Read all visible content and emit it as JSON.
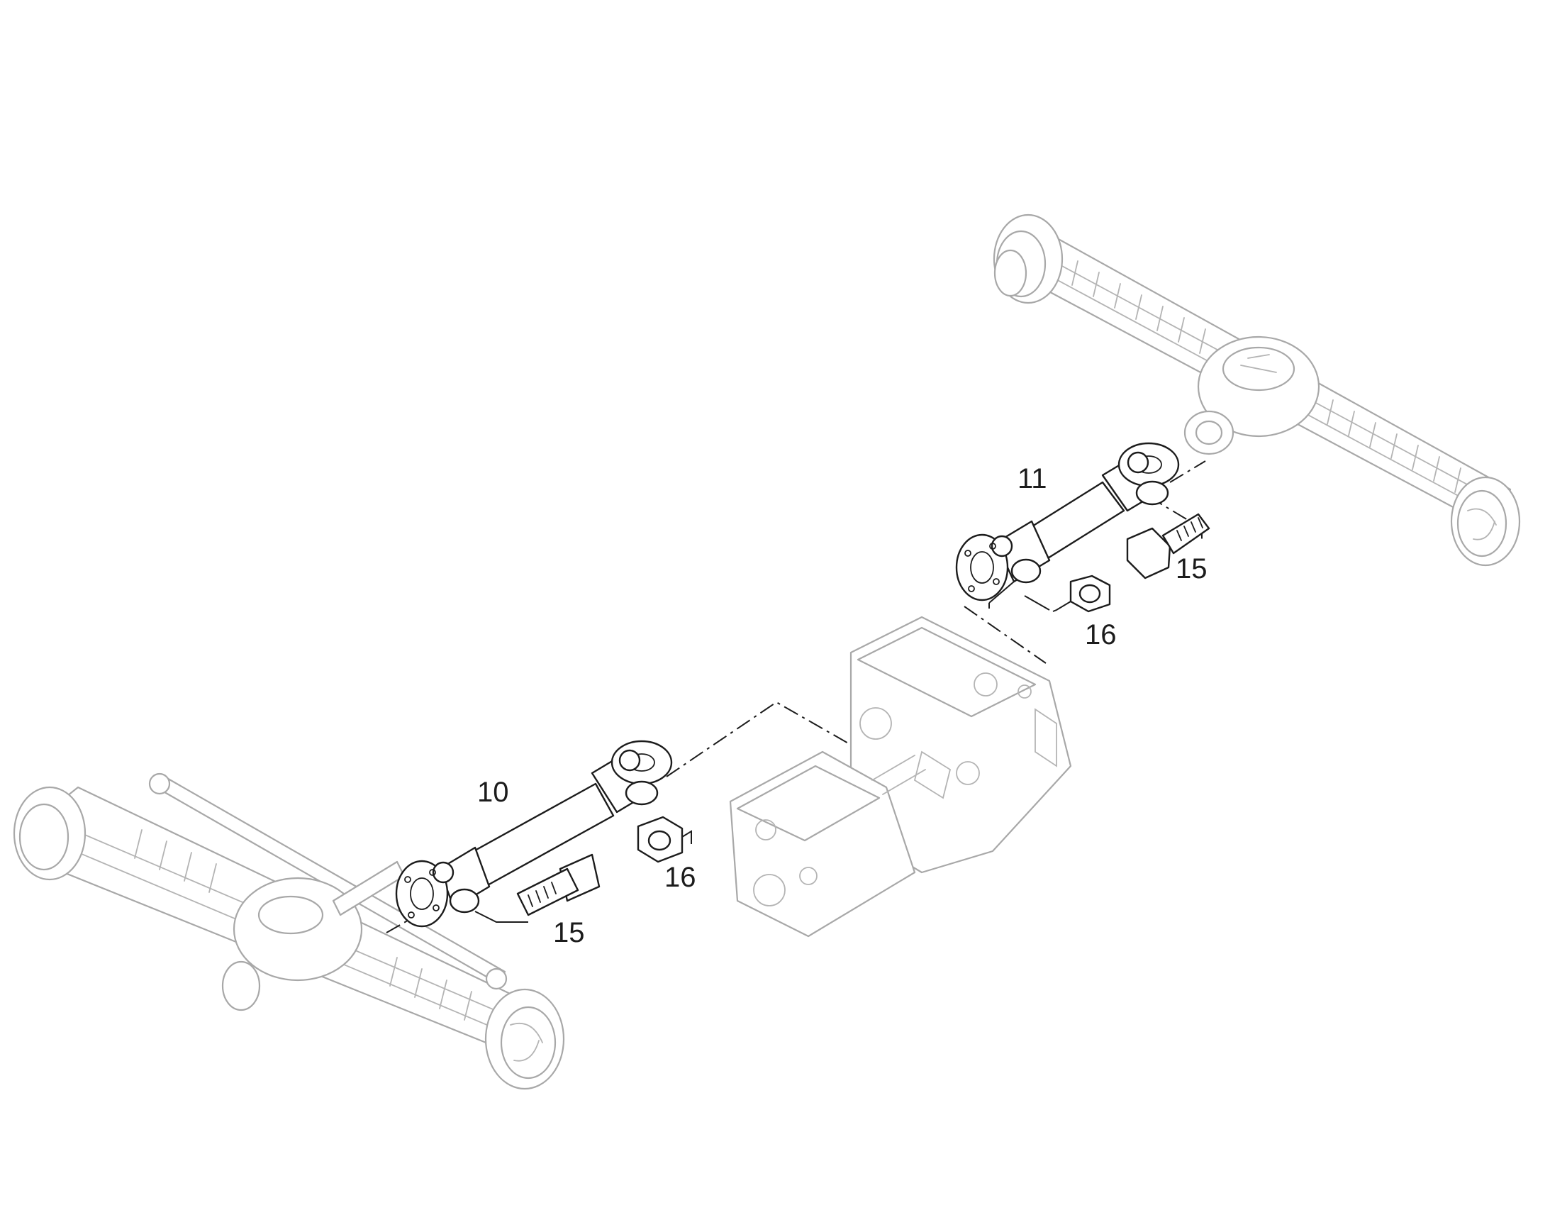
{
  "diagram": {
    "callouts": {
      "rear_shaft": "11",
      "rear_bolt": "15",
      "rear_nut": "16",
      "front_shaft": "10",
      "front_nut": "16",
      "front_bolt": "15"
    },
    "colors": {
      "part_outline": "#1c1c1c",
      "context_outline": "#a8a8a8",
      "background": "#ffffff"
    }
  }
}
